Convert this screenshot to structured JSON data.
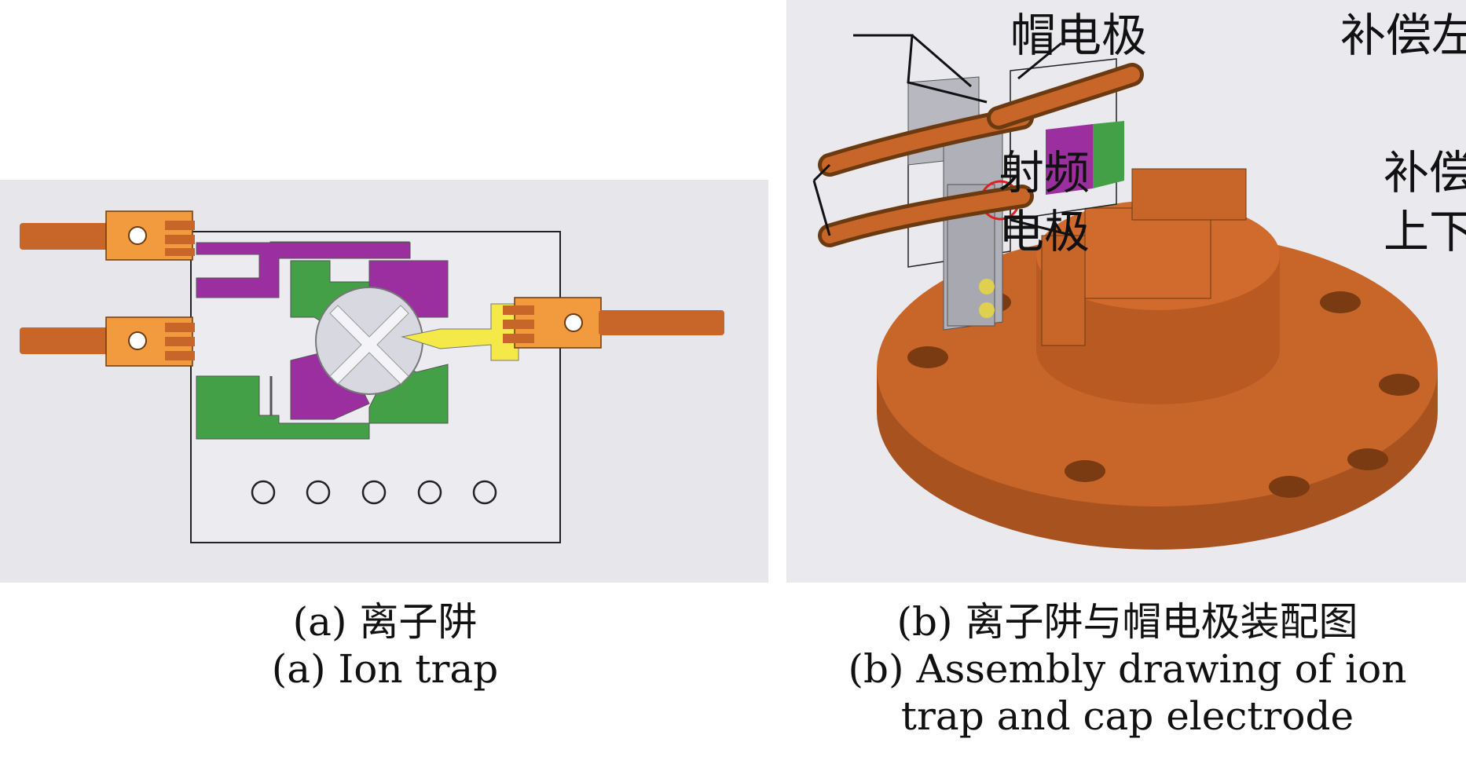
{
  "panel_a": {
    "caption_zh": "(a) 离子阱",
    "caption_en": "(a) Ion trap"
  },
  "panel_b": {
    "caption_zh": "(b) 离子阱与帽电极装配图",
    "caption_en_line1": "(b) Assembly drawing of ion",
    "caption_en_line2": "trap and cap electrode",
    "labels": {
      "cap_electrode": "帽电极",
      "compensation_lr": "补偿左右",
      "rf_electrode_line1": "射频",
      "rf_electrode_line2": "电极",
      "compensation_ud_line1": "补偿",
      "compensation_ud_line2": "上下"
    }
  },
  "colors": {
    "copper": "#c8662a",
    "purple": "#9b2fa0",
    "green": "#43a047",
    "yellow": "#f5e94a",
    "connector_orange": "#f19a3e"
  }
}
